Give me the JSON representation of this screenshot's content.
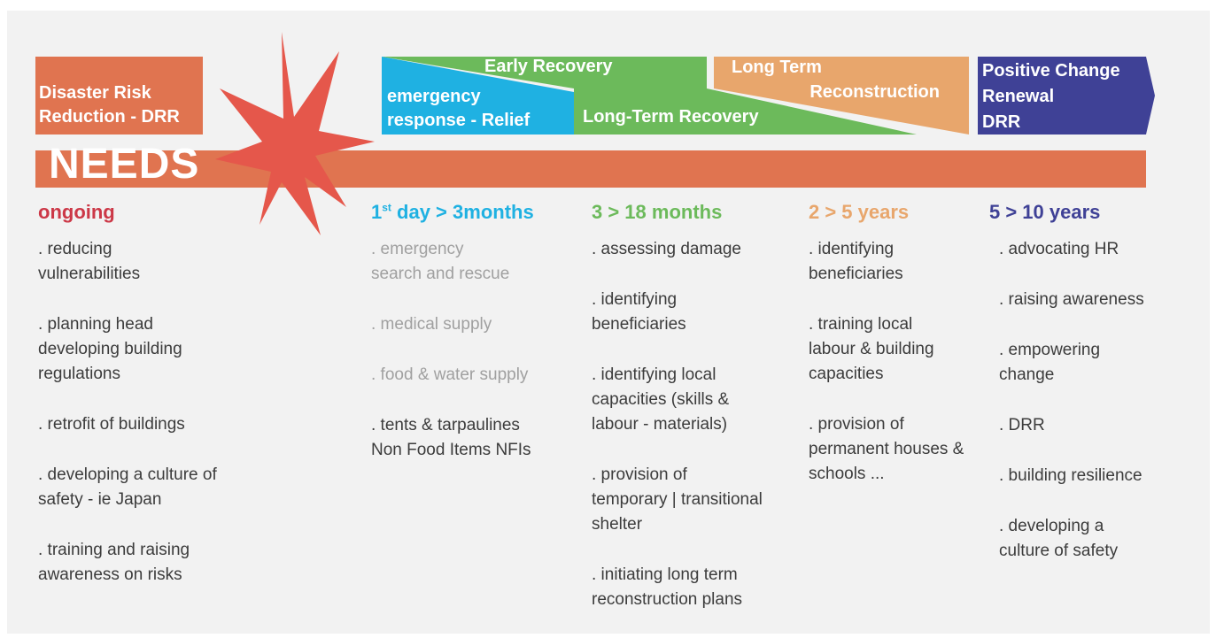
{
  "phases": {
    "drr": "Disaster Risk\nReduction - DRR",
    "relief": "emergency\nresponse - Relief",
    "early_recovery": "Early Recovery",
    "long_term_recovery": "Long-Term Recovery",
    "reconstruction": "Long Term\nReconstruction",
    "positive_change": "Positive Change\nRenewal\nDRR"
  },
  "needs_title": "NEEDS",
  "colors": {
    "orange": "#e07450",
    "red_star": "#e5574b",
    "cyan": "#1fb1e2",
    "green": "#6cba5b",
    "peach": "#e8a66c",
    "navy": "#3f4196",
    "ongoing_red": "#cc3847"
  },
  "columns": [
    {
      "heading": "ongoing",
      "items": [
        ". reducing\nvulnerabilities",
        ". planning head\ndeveloping building\nregulations",
        ". retrofit of buildings",
        ". developing a culture of\nsafety - ie Japan",
        ". training and raising\nawareness on risks"
      ]
    },
    {
      "heading_parts": [
        "1",
        "st",
        " day > 3months"
      ],
      "items": [
        ". emergency\nsearch and rescue",
        ". medical supply",
        ". food & water supply",
        ". tents & tarpaulines\nNon Food Items NFIs"
      ]
    },
    {
      "heading": "3 > 18 months",
      "items": [
        ". assessing damage",
        ". identifying\nbeneficiaries",
        ". identifying local\ncapacities (skills &\nlabour - materials)",
        ". provision of\ntemporary | transitional\nshelter",
        ". initiating long term\nreconstruction plans"
      ]
    },
    {
      "heading": "2 > 5 years",
      "items": [
        ". identifying\nbeneficiaries",
        ". training local\nlabour & building\ncapacities",
        ". provision of\npermanent houses &\nschools ..."
      ]
    },
    {
      "heading": "5 > 10 years",
      "items": [
        ". advocating HR",
        ". raising awareness",
        ". empowering\nchange",
        ". DRR",
        ". building resilience",
        ". developing a\nculture of safety"
      ]
    }
  ]
}
